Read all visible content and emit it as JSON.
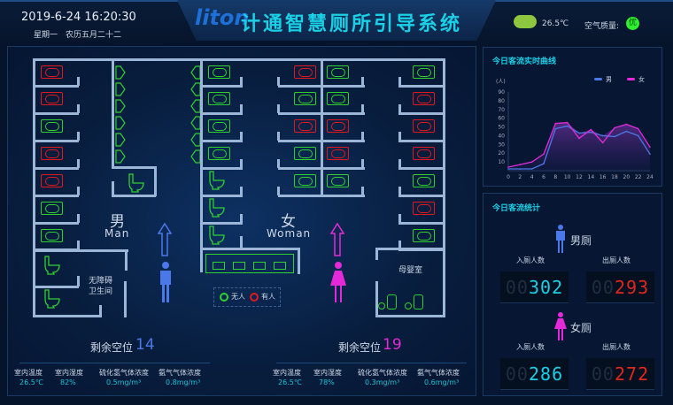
{
  "header": {
    "date_time": "2019-6-24 16:20:30",
    "weekday": "星期一",
    "lunar": "农历五月二十二",
    "logo": "liton",
    "title": "计通智慧厕所引导系统",
    "temperature": "26.5℃",
    "air_quality_label": "空气质量:",
    "air_quality_value": "优",
    "weather_icon": "cloud-icon"
  },
  "colors": {
    "free": "#2fd12f",
    "occupied": "#e0191e",
    "male": "#4a78e8",
    "female": "#e42ad8",
    "accent": "#19c3d6"
  },
  "floor": {
    "men_label": "男",
    "men_label_en": "Man",
    "accessible_label_1": "无障碍",
    "accessible_label_2": "卫生间",
    "women_label": "女",
    "women_label_en": "Woman",
    "mother_baby_label": "母婴室",
    "legend_free": "无人",
    "legend_occupied": "有人",
    "men_left_stalls": [
      "occupied",
      "occupied",
      "free",
      "occupied",
      "occupied",
      "free",
      "free"
    ],
    "men_urinals_left": [
      "free",
      "free",
      "free",
      "free",
      "free",
      "free"
    ],
    "men_urinals_right": [
      "free",
      "free",
      "free",
      "free",
      "free",
      "free"
    ],
    "women_left_stalls": [
      "free",
      "free",
      "free",
      "free"
    ],
    "women_left_toilets": [
      "free",
      "free",
      "free"
    ],
    "women_mid_left": [
      "occupied",
      "free",
      "occupied",
      "free",
      "free"
    ],
    "women_mid_right": [
      "free",
      "free",
      "occupied",
      "occupied",
      "free"
    ],
    "women_right_stalls": [
      "free",
      "occupied",
      "occupied",
      "occupied",
      "free",
      "occupied",
      "free"
    ]
  },
  "men_summary": {
    "label": "剩余空位",
    "value": "14",
    "env": [
      {
        "label": "室内温度",
        "value": "26.5℃"
      },
      {
        "label": "室内湿度",
        "value": "82%"
      },
      {
        "label": "硫化氢气体浓度",
        "value": "0.5mg/m³"
      },
      {
        "label": "氨气气体浓度",
        "value": "0.8mg/m³"
      }
    ]
  },
  "women_summary": {
    "label": "剩余空位",
    "value": "19",
    "env": [
      {
        "label": "室内温度",
        "value": "26.5℃"
      },
      {
        "label": "室内湿度",
        "value": "78%"
      },
      {
        "label": "硫化氢气体浓度",
        "value": "0.3mg/m³"
      },
      {
        "label": "氨气气体浓度",
        "value": "0.6mg/m³"
      }
    ]
  },
  "chart_data": {
    "type": "area",
    "title": "今日客流实时曲线",
    "ylabel": "(人)",
    "ylim": [
      0,
      90
    ],
    "yticks": [
      10,
      20,
      30,
      40,
      50,
      60,
      70,
      80,
      90
    ],
    "x": [
      0,
      2,
      4,
      6,
      8,
      10,
      12,
      14,
      16,
      18,
      20,
      22,
      24
    ],
    "series": [
      {
        "name": "男",
        "color": "#4a78e8",
        "values": [
          2,
          2,
          2,
          8,
          48,
          51,
          43,
          44,
          40,
          39,
          45,
          40,
          19
        ]
      },
      {
        "name": "女",
        "color": "#e42ad8",
        "values": [
          4,
          7,
          10,
          19,
          54,
          55,
          37,
          47,
          32,
          49,
          53,
          48,
          27
        ]
      }
    ],
    "legend": "top-right"
  },
  "stats": {
    "title": "今日客流统计",
    "men": {
      "label": "男厕",
      "in_label": "入厕人数",
      "out_label": "出厕人数",
      "in_lead": "00",
      "in_value": "302",
      "out_lead": "00",
      "out_value": "293"
    },
    "women": {
      "label": "女厕",
      "in_label": "入厕人数",
      "out_label": "出厕人数",
      "in_lead": "00",
      "in_value": "286",
      "out_lead": "00",
      "out_value": "272"
    }
  }
}
